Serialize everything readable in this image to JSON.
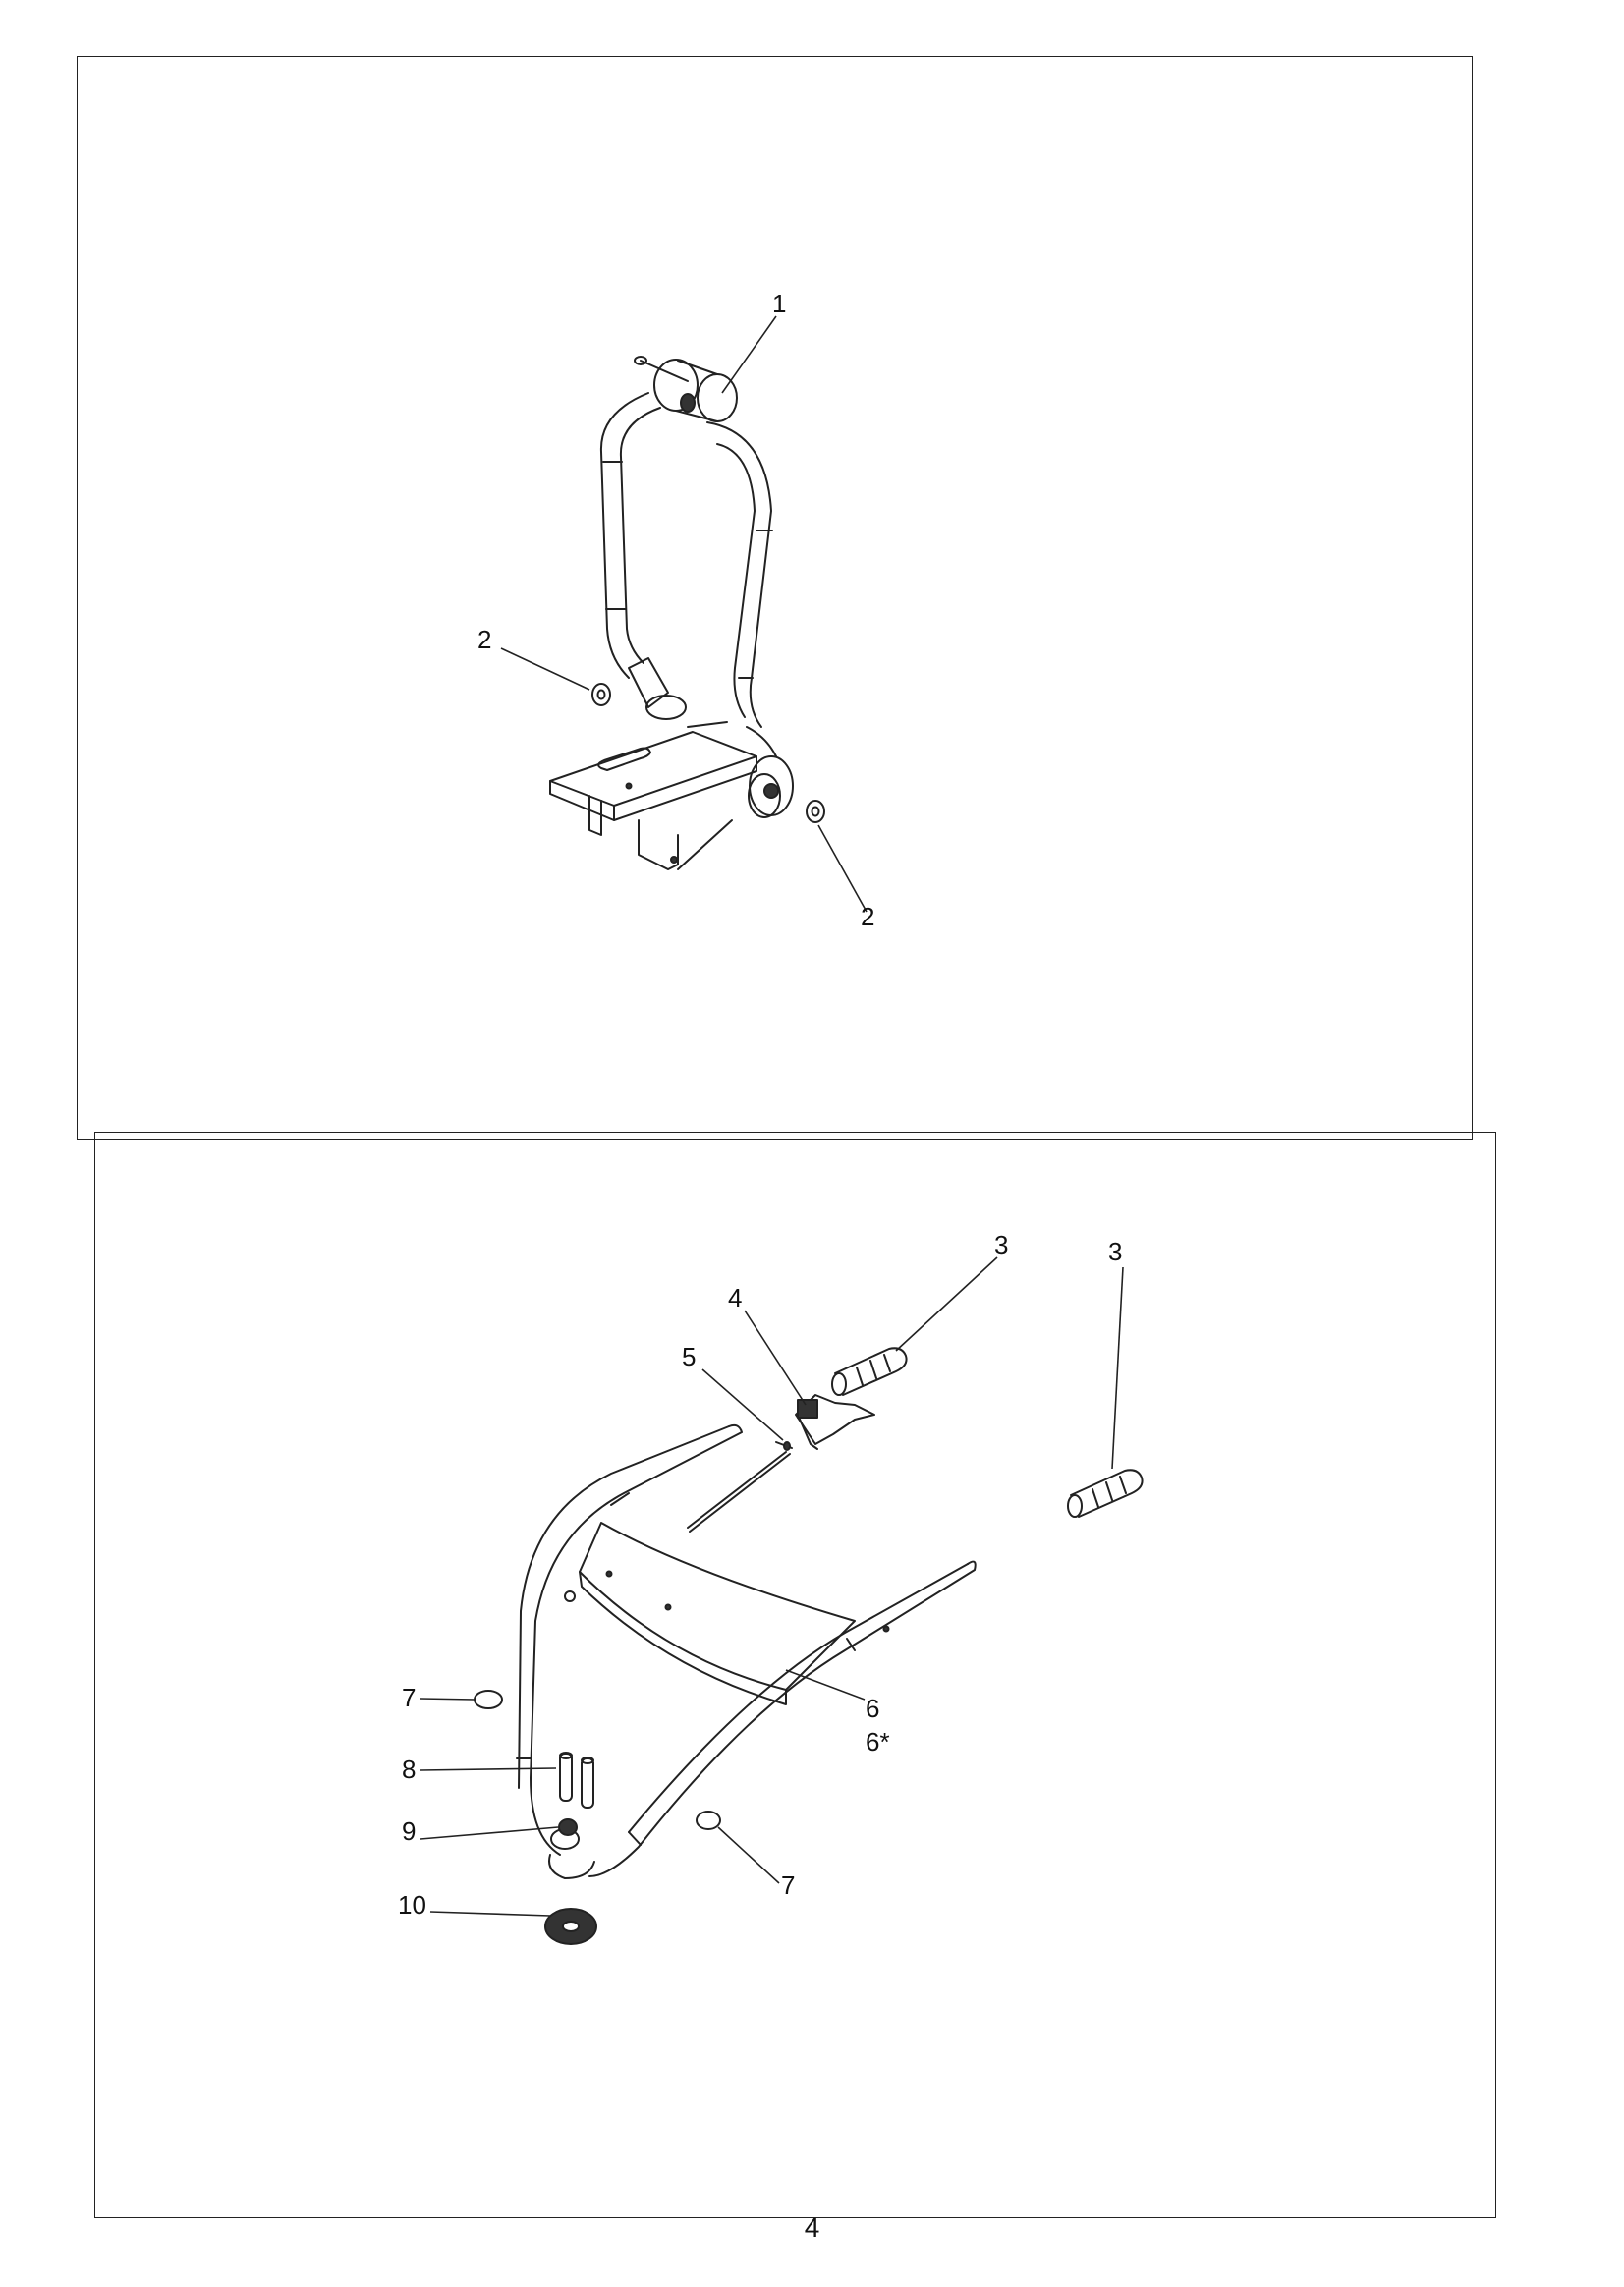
{
  "page_number": "4",
  "top_panel": {
    "callouts": [
      "1",
      "2",
      "2"
    ]
  },
  "bottom_panel": {
    "callouts": [
      "3",
      "3",
      "4",
      "5",
      "6",
      "6*",
      "7",
      "7",
      "8",
      "9",
      "10"
    ]
  }
}
